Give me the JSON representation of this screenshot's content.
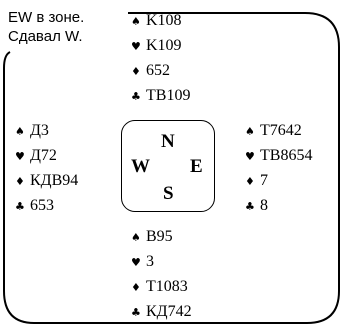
{
  "notes": {
    "vulnerability": "EW в зоне.",
    "dealer": "Сдавал W."
  },
  "suit_symbols": {
    "spades": "♠",
    "hearts": "♥",
    "diamonds": "♦",
    "clubs": "♣"
  },
  "hands": {
    "north": {
      "spades": "K108",
      "hearts": "K109",
      "diamonds": "652",
      "clubs": "TB109"
    },
    "west": {
      "spades": "Д3",
      "hearts": "Д72",
      "diamonds": "КДВ94",
      "clubs": "653"
    },
    "east": {
      "spades": "T7642",
      "hearts": "TB8654",
      "diamonds": "7",
      "clubs": "8"
    },
    "south": {
      "spades": "B95",
      "hearts": "3",
      "diamonds": "T1083",
      "clubs": "КД742"
    }
  },
  "compass": {
    "north": "N",
    "west": "W",
    "east": "E",
    "south": "S"
  },
  "colors": {
    "ink": "#000000",
    "background": "#ffffff"
  }
}
